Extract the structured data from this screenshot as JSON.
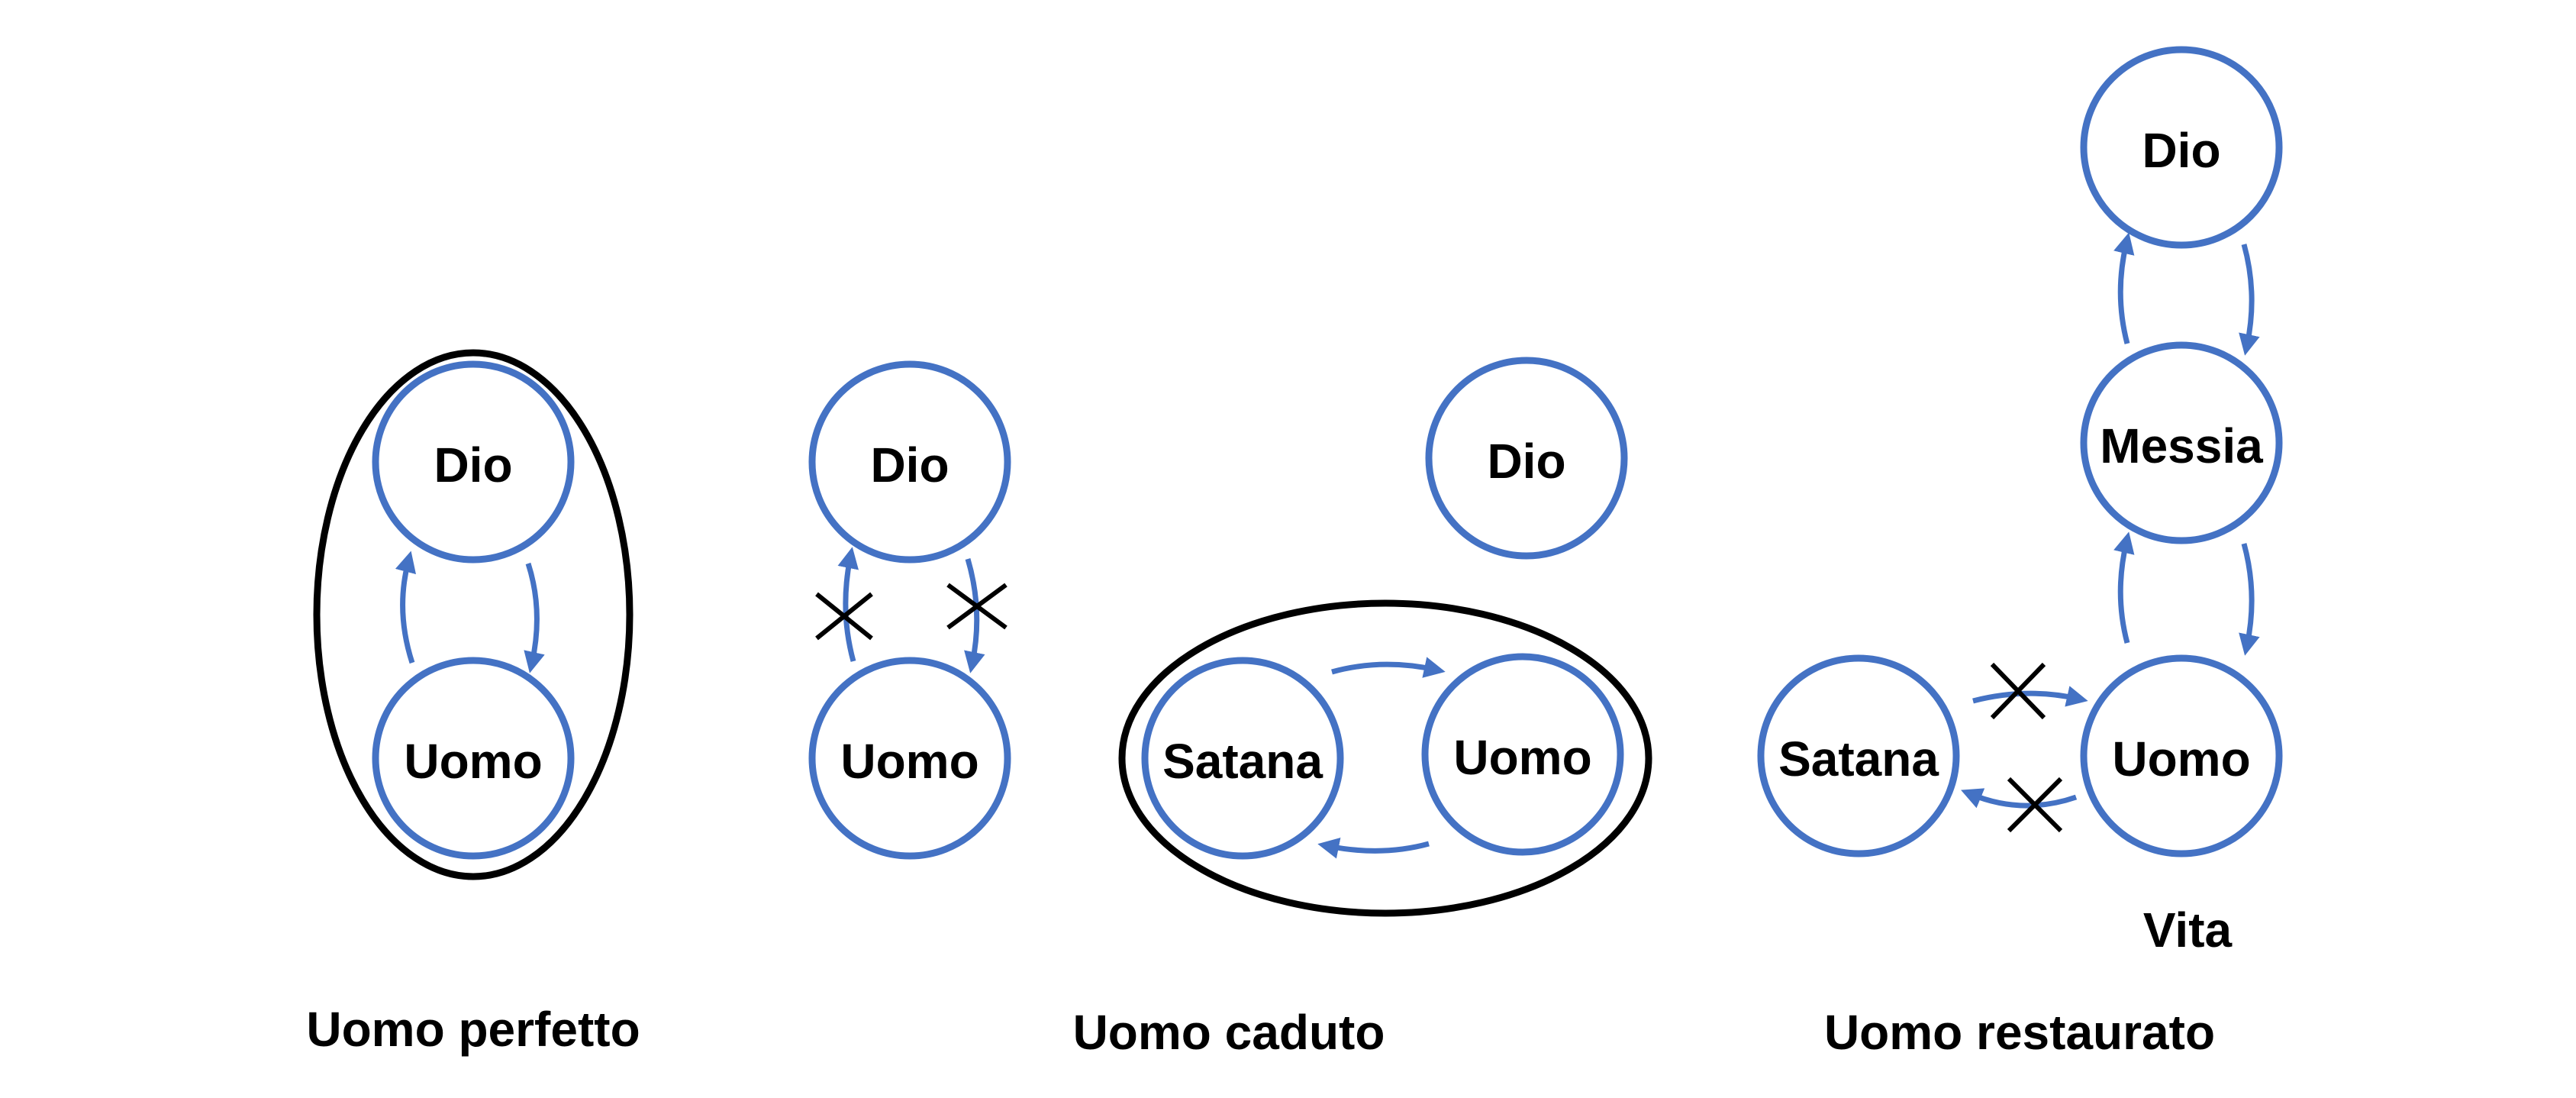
{
  "colors": {
    "node_stroke": "#4472C4",
    "arrow": "#4472C4",
    "group_stroke": "#000000",
    "cross": "#000000"
  },
  "panels": [
    {
      "caption": "Uomo perfetto",
      "nodes": {
        "dio": "Dio",
        "uomo": "Uomo"
      }
    },
    {
      "caption": "Uomo caduto",
      "nodes": {
        "dio": "Dio",
        "uomo": "Uomo"
      }
    },
    {
      "caption": "",
      "nodes": {
        "dio": "Dio",
        "satana": "Satana",
        "uomo": "Uomo"
      }
    },
    {
      "caption": "Uomo restaurato",
      "extra_label": "Vita",
      "nodes": {
        "dio": "Dio",
        "messia": "Messia",
        "satana": "Satana",
        "uomo": "Uomo"
      }
    }
  ]
}
